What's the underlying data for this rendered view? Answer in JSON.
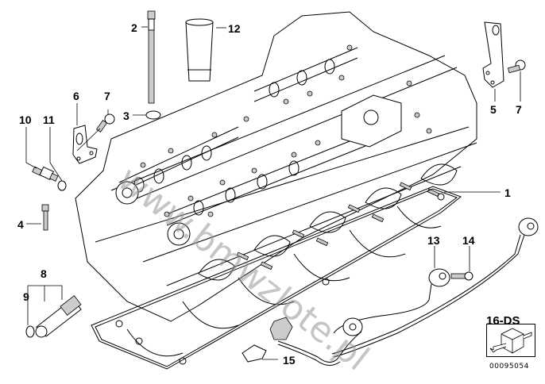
{
  "diagram": {
    "title": "Cylinder head parts diagram",
    "callouts": [
      {
        "id": "1",
        "label": "1",
        "part": "cylinder-head-gasket"
      },
      {
        "id": "2",
        "label": "2",
        "part": "cylinder-head-bolt"
      },
      {
        "id": "3",
        "label": "3",
        "part": "washer"
      },
      {
        "id": "4",
        "label": "4",
        "part": "bolt"
      },
      {
        "id": "5",
        "label": "5",
        "part": "bracket"
      },
      {
        "id": "6",
        "label": "6",
        "part": "lifting-eye"
      },
      {
        "id": "7a",
        "label": "7",
        "part": "bolt"
      },
      {
        "id": "7b",
        "label": "7",
        "part": "bolt"
      },
      {
        "id": "8",
        "label": "8",
        "part": "oil-filter-sleeve"
      },
      {
        "id": "9",
        "label": "9",
        "part": "o-ring"
      },
      {
        "id": "10",
        "label": "10",
        "part": "plug"
      },
      {
        "id": "11",
        "label": "11",
        "part": "seal-ring"
      },
      {
        "id": "12",
        "label": "12",
        "part": "spark-plug-tube"
      },
      {
        "id": "13",
        "label": "13",
        "part": "knock-sensor"
      },
      {
        "id": "14",
        "label": "14",
        "part": "bolt"
      },
      {
        "id": "15",
        "label": "15",
        "part": "clip"
      }
    ],
    "reference": {
      "title": "16-DS",
      "code": "00095054",
      "icon": "cube-arrow-icon"
    },
    "watermark": "www.bmwzlote.pl"
  }
}
